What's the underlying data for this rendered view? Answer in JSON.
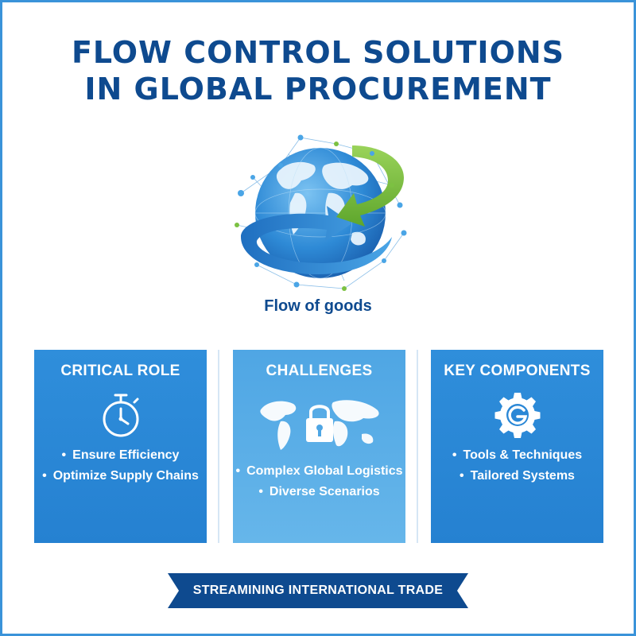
{
  "header": {
    "title_line1": "FLOW CONTROL SOLUTIONS",
    "title_line2": "IN GLOBAL PROCUREMENT"
  },
  "hero": {
    "caption": "Flow of goods",
    "icon": "globe-with-flow-arrows-icon"
  },
  "cards": [
    {
      "title": "CRITICAL ROLE",
      "icon": "stopwatch-icon",
      "bullets": [
        "Ensure Efficiency",
        "Optimize Supply Chains"
      ]
    },
    {
      "title": "CHALLENGES",
      "icon": "world-map-padlock-icon",
      "bullets": [
        "Complex Global Logistics",
        "Diverse Scenarios"
      ]
    },
    {
      "title": "KEY COMPONENTS",
      "icon": "gear-icon",
      "bullets": [
        "Tools & Techniques",
        "Tailored Systems"
      ]
    }
  ],
  "footer": {
    "ribbon_text": "STREAMINING INTERNATIONAL TRADE"
  },
  "colors": {
    "title": "#0e4a8f",
    "card_blue": "#2a87d6",
    "card_light_blue": "#5aaee7",
    "arrow_green": "#7cc142",
    "ribbon": "#0e4a8f",
    "frame": "#3a93d9"
  }
}
